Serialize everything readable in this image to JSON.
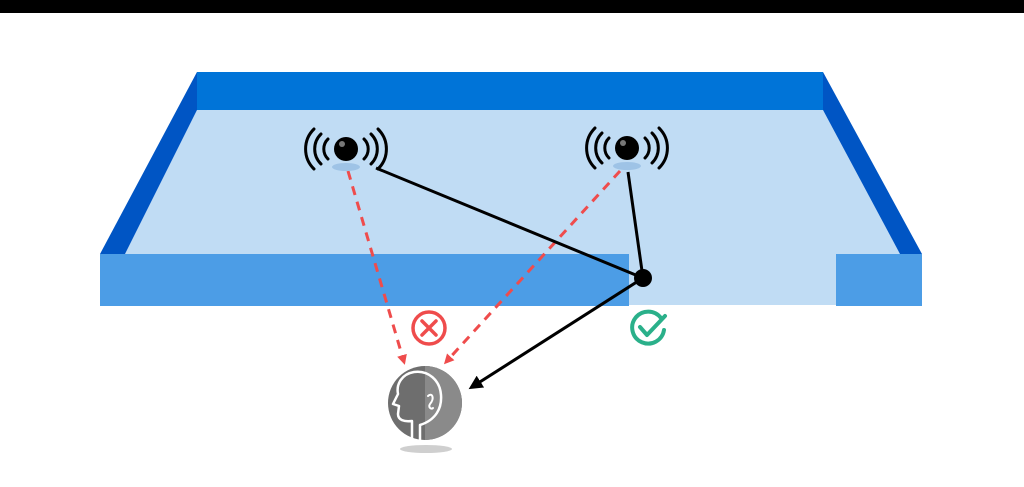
{
  "colors": {
    "top_bar": "#000000",
    "background": "#ffffff",
    "floor": "#c0dcf4",
    "back_wall": "#0074d8",
    "side_wall": "#0055c4",
    "front_wall": "#4c9de6",
    "blocked_path": "#ef4c4c",
    "sound_path": "#000000",
    "cross_mark": "#ef4c4c",
    "check_mark": "#2ab08a",
    "listener_head": "#6e6e6e",
    "listener_shadow": "#cfcfcf",
    "speaker_body": "#000000"
  },
  "icons": {
    "speaker": "speaker-emitting-icon",
    "listener": "human-head-icon",
    "blocked": "cross-circle-icon",
    "allowed": "check-circle-icon"
  },
  "diagram": {
    "speakers": [
      {
        "id": "left",
        "icon": "speaker-emitting-icon"
      },
      {
        "id": "right",
        "icon": "speaker-emitting-icon"
      }
    ],
    "paths": [
      {
        "from": "left-speaker",
        "to": "listener",
        "style": "dashed",
        "status": "blocked"
      },
      {
        "from": "right-speaker",
        "to": "listener",
        "style": "dashed",
        "status": "blocked"
      },
      {
        "from": "left-speaker",
        "to": "opening",
        "style": "solid",
        "status": "diffracted"
      },
      {
        "from": "right-speaker",
        "to": "opening",
        "style": "solid",
        "status": "diffracted"
      },
      {
        "from": "opening",
        "to": "listener",
        "style": "solid-arrow",
        "status": "allowed"
      }
    ],
    "markers": [
      {
        "id": "direct-path",
        "icon": "cross-circle-icon"
      },
      {
        "id": "diffracted-path",
        "icon": "check-circle-icon"
      }
    ]
  }
}
